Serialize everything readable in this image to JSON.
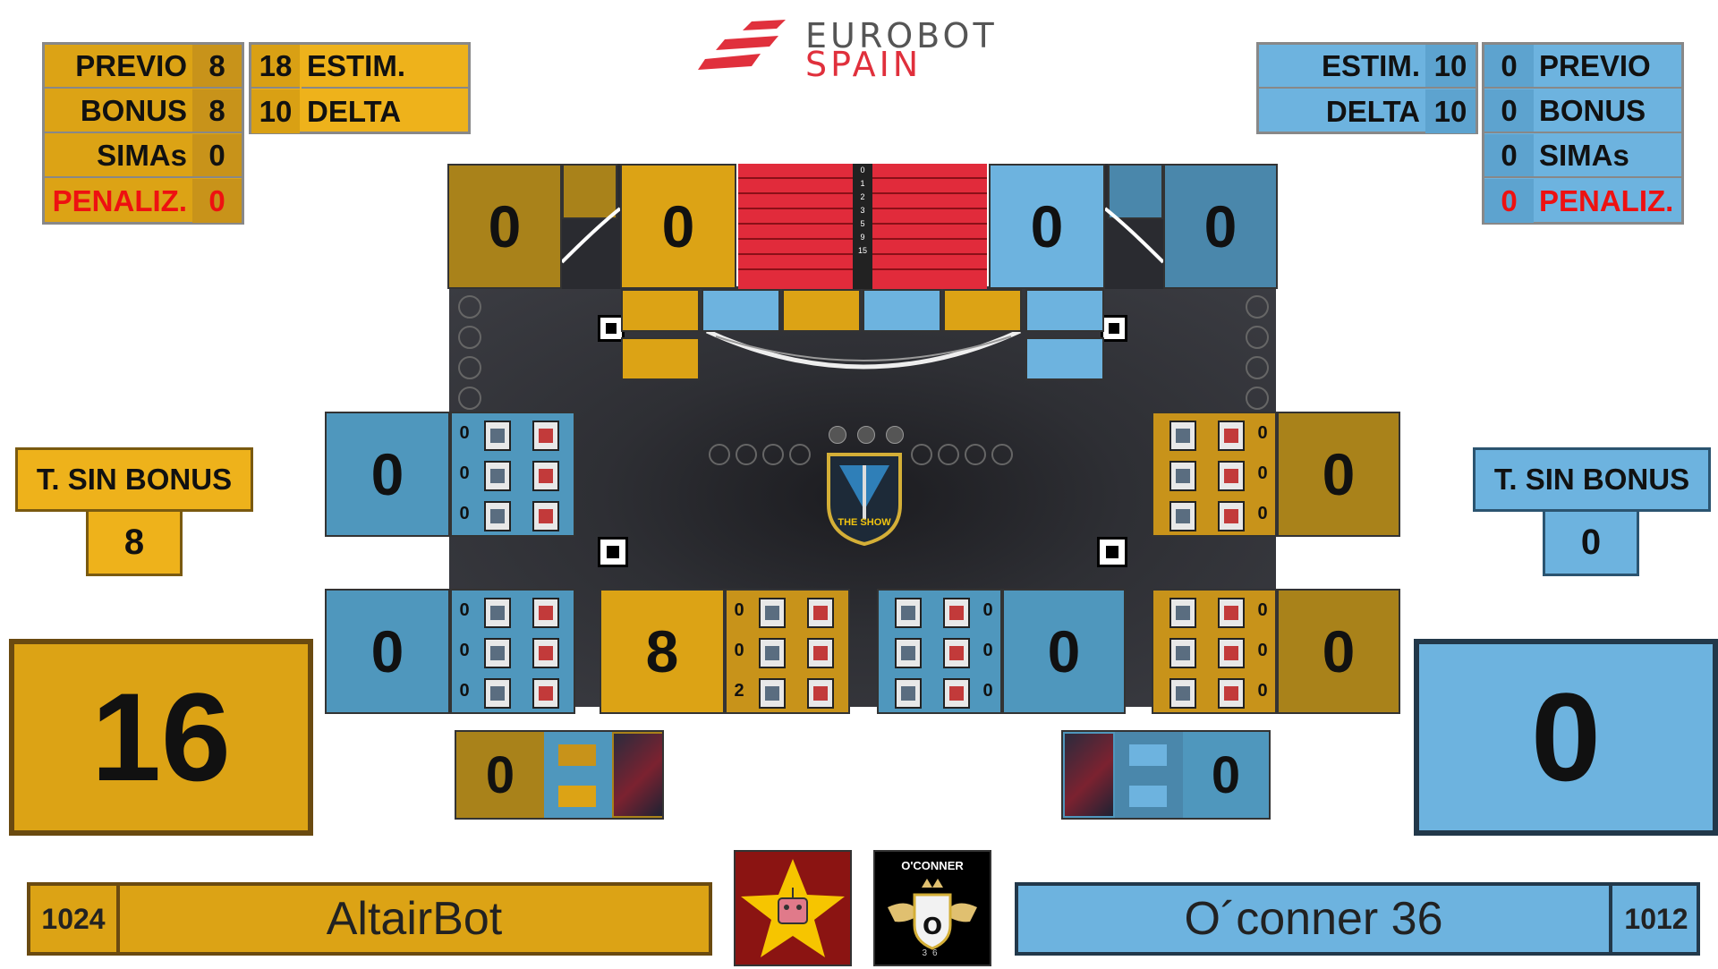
{
  "header": {
    "logo_line1": "EUROBOT",
    "logo_line2": "SPAIN"
  },
  "team_left": {
    "stats": [
      {
        "label": "PREVIO",
        "value": "8"
      },
      {
        "label": "BONUS",
        "value": "8"
      },
      {
        "label": "SIMAs",
        "value": "0"
      },
      {
        "label": "PENALIZ.",
        "value": "0"
      }
    ],
    "est": [
      {
        "value": "18",
        "label": "ESTIM."
      },
      {
        "value": "10",
        "label": "DELTA"
      }
    ],
    "sin_bonus_label": "T. SIN BONUS",
    "sin_bonus_value": "8",
    "total": "16",
    "rank": "1024",
    "name": "AltairBot",
    "color": "#dca315"
  },
  "team_right": {
    "est": [
      {
        "label": "ESTIM.",
        "value": "10"
      },
      {
        "label": "DELTA",
        "value": "10"
      }
    ],
    "stats": [
      {
        "value": "0",
        "label": "PREVIO"
      },
      {
        "value": "0",
        "label": "BONUS"
      },
      {
        "value": "0",
        "label": "SIMAs"
      },
      {
        "value": "0",
        "label": "PENALIZ."
      }
    ],
    "sin_bonus_label": "T. SIN BONUS",
    "sin_bonus_value": "0",
    "total": "0",
    "rank": "1012",
    "name": "O´conner 36",
    "color": "#6db3df",
    "logo_text": "O'CONNER",
    "logo_num": "36"
  },
  "field": {
    "top_scores": [
      "0",
      "0",
      "0",
      "0"
    ],
    "ladder": [
      "0",
      "1",
      "2",
      "3",
      "5",
      "9",
      "15"
    ],
    "left_side_scores": [
      "0",
      "0"
    ],
    "right_side_scores": [
      "0",
      "0"
    ],
    "middle_scores": [
      "8",
      "0"
    ],
    "left_pit_values": [
      "0",
      "0",
      "0"
    ],
    "left_pit2_values": [
      "0",
      "0",
      "0"
    ],
    "mid_left_values": [
      "0",
      "0",
      "2"
    ],
    "mid_right_values": [
      "0",
      "0",
      "0"
    ],
    "right_pit_values": [
      "0",
      "0",
      "0"
    ],
    "right_pit2_values": [
      "0",
      "0",
      "0"
    ],
    "bottom_left_score": "0",
    "bottom_right_score": "0",
    "center_logo_text": "THE SHOW"
  }
}
